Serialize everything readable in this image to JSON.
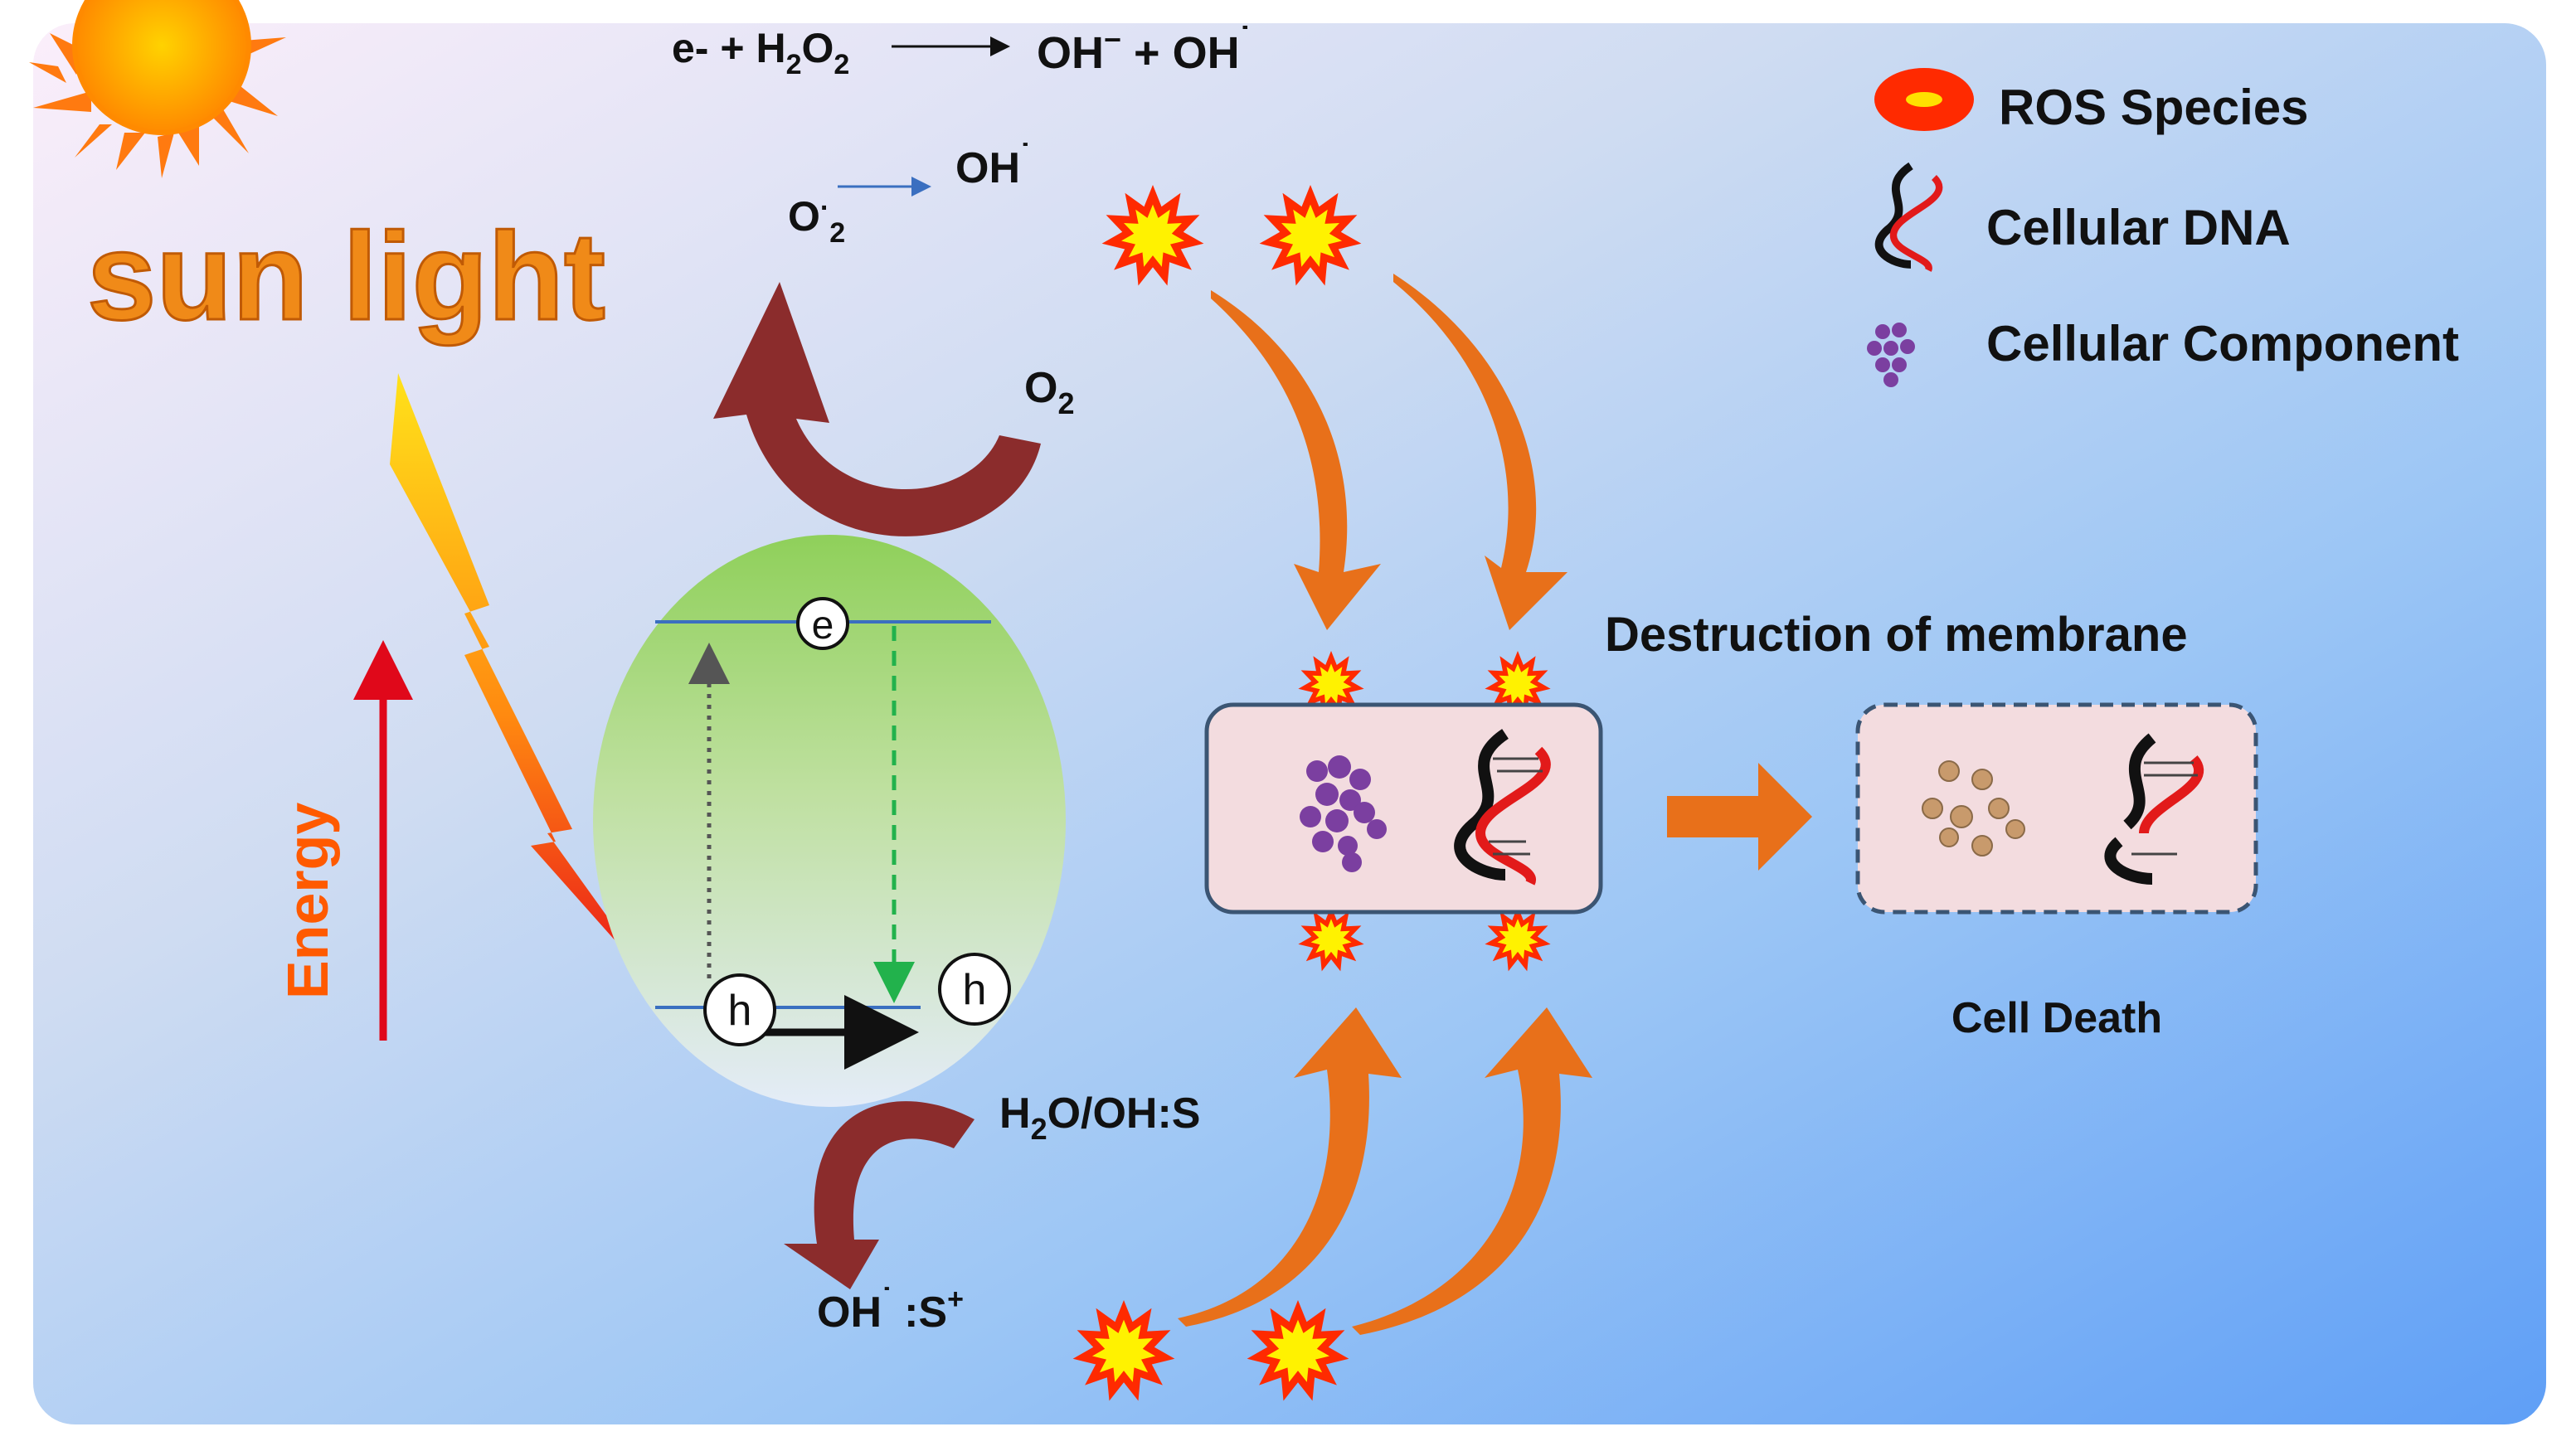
{
  "title": "sun light",
  "equation_top": {
    "lhs": "e- + H",
    "h2": "2",
    "o": "O",
    "o2": "2",
    "rhs_1": "OH",
    "rhs_1_sup": "−",
    "rhs_2": " + OH",
    "rhs_2_sup": "˙"
  },
  "o2_minus": {
    "o": "O",
    "sup": "·",
    "sub": "2"
  },
  "oh_radical_top": {
    "text": "OH",
    "sup": "˙"
  },
  "o2_label": {
    "o": "O",
    "sub": "2"
  },
  "electron_label": "e",
  "hole_label_1": "h",
  "hole_label_2": "h",
  "energy_label": "Energy",
  "h2o_label": {
    "h": "H",
    "sub": "2",
    "rest": "O/OH:S"
  },
  "oh_bottom": {
    "text": "OH",
    "sup1": "˙",
    "mid": " :S",
    "sup2": "+"
  },
  "destruction_label": "Destruction of membrane",
  "cell_death_label": "Cell Death",
  "legend": [
    {
      "label": "ROS Species",
      "icon": "ros-burst-icon"
    },
    {
      "label": "Cellular DNA",
      "icon": "dna-helix-icon"
    },
    {
      "label": "Cellular Component",
      "icon": "cell-component-icon"
    }
  ],
  "colors": {
    "background_start": "#f7e9f7",
    "background_end": "#5f9ff6",
    "arrow_dark": "#8b2c2c",
    "arrow_orange": "#e8701a",
    "ros_burst": "#ff2a00",
    "ros_core": "#fff200",
    "cell_fill": "#f3dcdf",
    "cell_border": "#3b5573",
    "component": "#7b3fa0",
    "dead_component": "#c89a6c",
    "energy_arrow": "#e0081a",
    "title_orange": "#f07d10"
  }
}
